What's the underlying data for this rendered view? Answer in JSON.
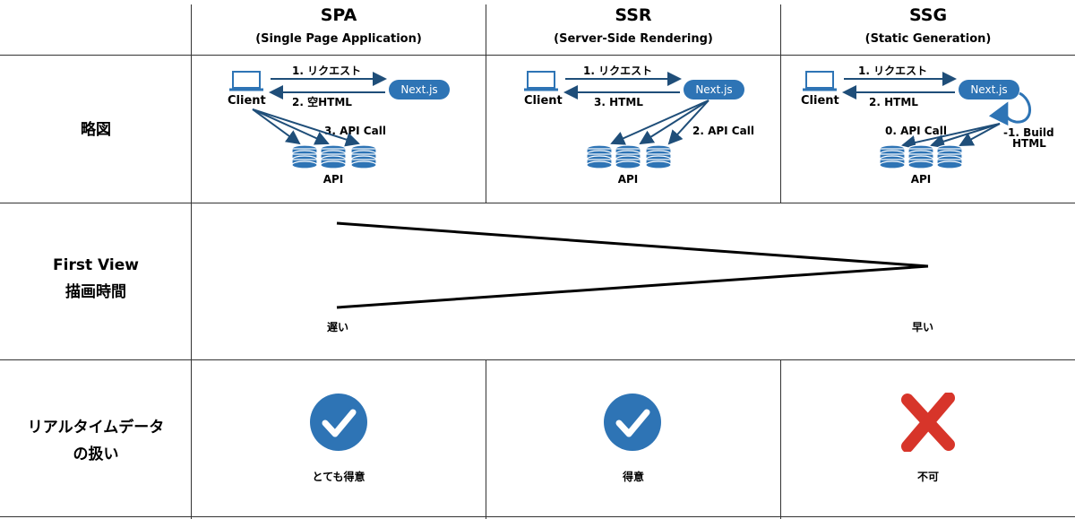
{
  "columns": [
    {
      "title": "SPA",
      "subtitle": "(Single Page Application)"
    },
    {
      "title": "SSR",
      "subtitle": "(Server-Side Rendering)"
    },
    {
      "title": "SSG",
      "subtitle": "(Static Generation)"
    }
  ],
  "rows": {
    "diagram": "略図",
    "first_view_1": "First View",
    "first_view_2": "描画時間",
    "realtime_1": "リアルタイムデータ",
    "realtime_2": "の扱い"
  },
  "diagrams": {
    "spa": {
      "client": "Client",
      "server": "Next.js",
      "step1": "1. リクエスト",
      "step2": "2. 空HTML",
      "step3": "3. API Call",
      "api": "API"
    },
    "ssr": {
      "client": "Client",
      "server": "Next.js",
      "step1": "1. リクエスト",
      "step2": "3. HTML",
      "step3": "2. API Call",
      "api": "API"
    },
    "ssg": {
      "client": "Client",
      "server": "Next.js",
      "step1": "1. リクエスト",
      "step2": "2. HTML",
      "step3": "0. API Call",
      "build1": "-1. Build",
      "build2": "HTML",
      "api": "API"
    }
  },
  "first_view": {
    "slow": "遅い",
    "fast": "早い"
  },
  "realtime": [
    {
      "caption": "とても得意",
      "icon": "check-circle-icon"
    },
    {
      "caption": "得意",
      "icon": "check-circle-icon"
    },
    {
      "caption": "不可",
      "icon": "red-cross-icon"
    }
  ],
  "colors": {
    "accent": "#2e74b5",
    "arrow": "#1f4e79",
    "cross": "#d7352a"
  }
}
